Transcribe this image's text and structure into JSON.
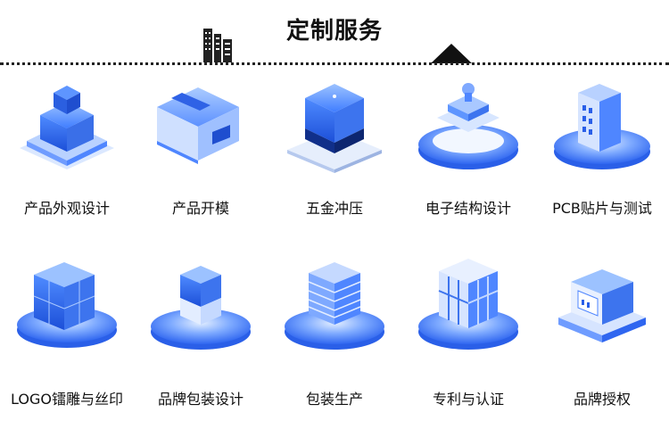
{
  "header": {
    "title": "定制服务"
  },
  "services": [
    {
      "label": "产品外观设计",
      "icon": "product-appearance-design-icon"
    },
    {
      "label": "产品开模",
      "icon": "mold-making-icon"
    },
    {
      "label": "五金冲压",
      "icon": "metal-stamping-icon"
    },
    {
      "label": "电子结构设计",
      "icon": "electronic-structure-icon"
    },
    {
      "label": "PCB贴片与测试",
      "icon": "pcb-smt-testing-icon"
    },
    {
      "label": "LOGO镭雕与丝印",
      "icon": "logo-engraving-icon"
    },
    {
      "label": "品牌包装设计",
      "icon": "brand-packaging-icon"
    },
    {
      "label": "包装生产",
      "icon": "packaging-production-icon"
    },
    {
      "label": "专利与认证",
      "icon": "patent-certification-icon"
    },
    {
      "label": "品牌授权",
      "icon": "brand-authorization-icon"
    }
  ]
}
